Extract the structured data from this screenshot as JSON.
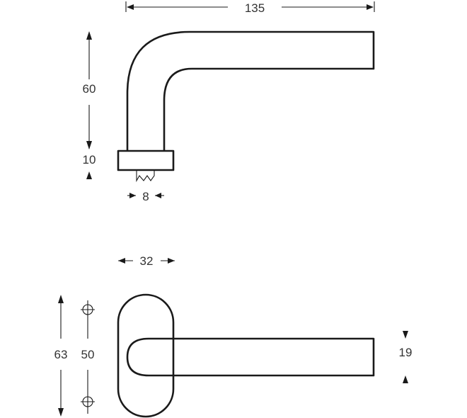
{
  "colors": {
    "line": "#1a1a1a",
    "text": "#333333",
    "background": "#ffffff"
  },
  "top_view": {
    "overall_length": "135",
    "lever_height": "60",
    "rose_height": "10",
    "spindle_size": "8"
  },
  "front_view": {
    "rose_width": "32",
    "rose_height": "63",
    "hole_spacing": "50",
    "lever_thickness": "19"
  }
}
